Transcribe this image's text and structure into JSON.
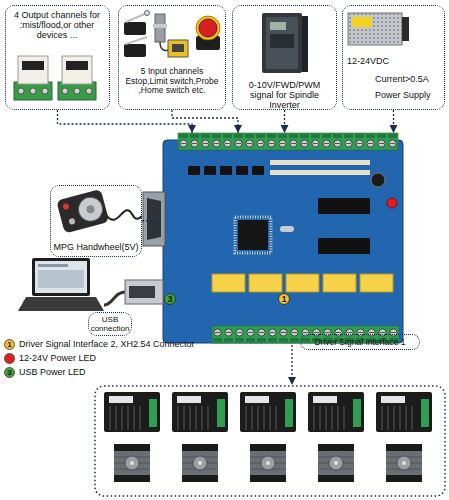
{
  "diagram": {
    "nodes": [
      {
        "text": [
          "4 Output channels for :mist/flood,or other devices ..."
        ]
      },
      {
        "text": [
          "5 Input channels Estop,Limit switch,Probe ,Home switch etc."
        ]
      },
      {
        "text": [
          "0-10V/FWD/PWM signal for Spindle Inverter"
        ]
      },
      {
        "text": [
          "12-24VDC",
          "Current>0.5A",
          "Power Supply"
        ]
      },
      {
        "text": [
          "3",
          "1"
        ]
      },
      {
        "text": [
          "MPG Handwheel(5V)"
        ]
      },
      {
        "text": [
          "USB connection"
        ]
      },
      {
        "text": [
          "Driver Signal Interface 1"
        ]
      }
    ],
    "edges": [
      {
        "from": 0,
        "to": 4,
        "arrow": "to"
      },
      {
        "from": 1,
        "to": 4,
        "arrow": "to"
      },
      {
        "from": 2,
        "to": 4,
        "arrow": "to"
      },
      {
        "from": 3,
        "to": 4,
        "arrow": "to"
      },
      {
        "from": 5,
        "to": 4,
        "arrow": "none"
      }
    ],
    "labels": [
      "1",
      "3"
    ],
    "legend": [
      {
        "text": "Driver Signal Interface 2, XH2.54 Connector",
        "color": "#f2c12e"
      },
      {
        "text": "12-24V Power LED",
        "color": "#e02020"
      },
      {
        "text": "USB Power LED",
        "color": "#3aa635"
      }
    ]
  }
}
